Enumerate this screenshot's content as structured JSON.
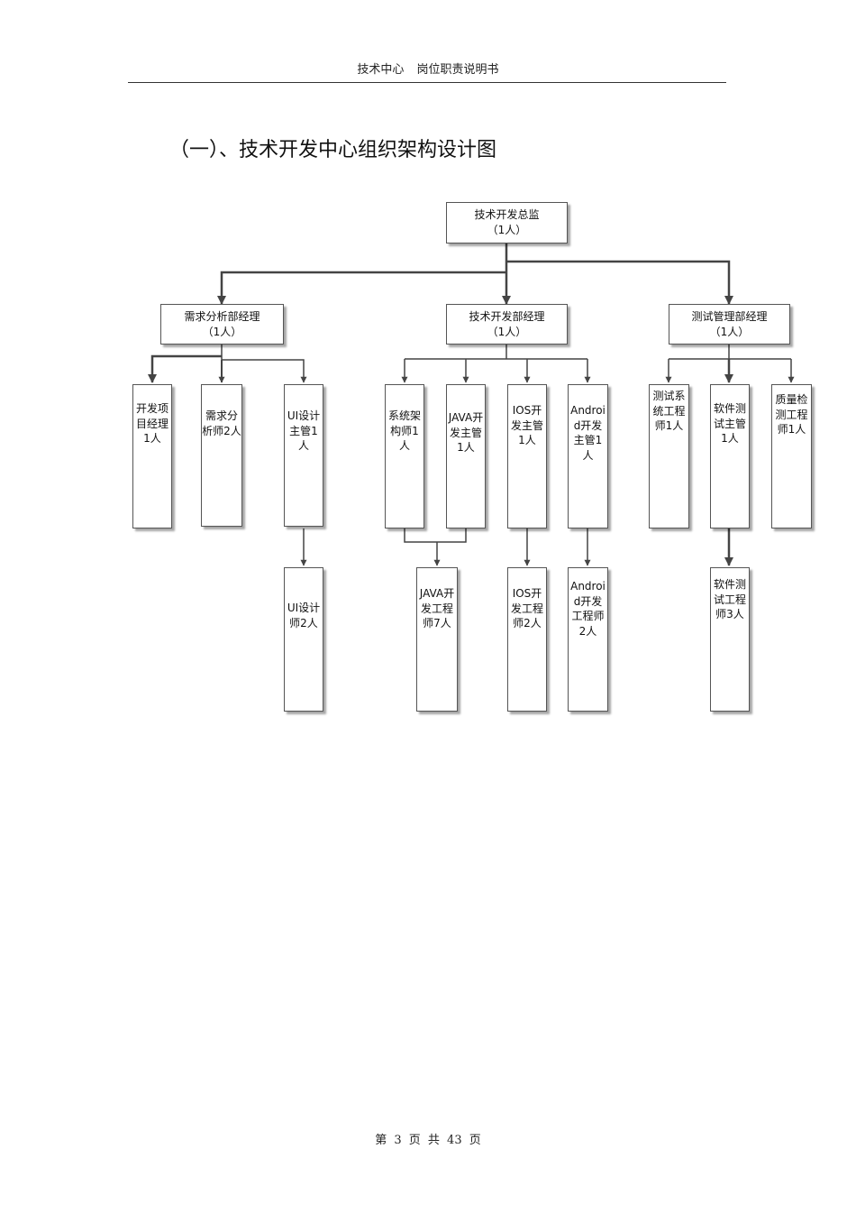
{
  "header": {
    "title": "技术中心 岗位职责说明书"
  },
  "section_title": "（一）、技术开发中心组织架构设计图",
  "org": {
    "director": {
      "name": "技术开发总监",
      "count": "（1人）"
    },
    "managers": [
      {
        "name": "需求分析部经理",
        "count": "（1人）"
      },
      {
        "name": "技术开发部经理",
        "count": "（1人）"
      },
      {
        "name": "测试管理部经理",
        "count": "（1人）"
      }
    ],
    "level3": [
      "开发项目经理1人",
      "需求分析师2人",
      "UI设计主管1人",
      "系统架构师1人",
      "JAVA开发主管1人",
      "IOS开发主管1人",
      "Android开发主管1人",
      "测试系统工程师1人",
      "软件测试主管1人",
      "质量检测工程师1人"
    ],
    "level4": [
      "UI设计师2人",
      "JAVA开发工程师7人",
      "IOS开发工程师2人",
      "Android开发工程师2人",
      "软件测试工程师3人"
    ]
  },
  "footer": {
    "text": "第 3 页 共 43 页"
  }
}
